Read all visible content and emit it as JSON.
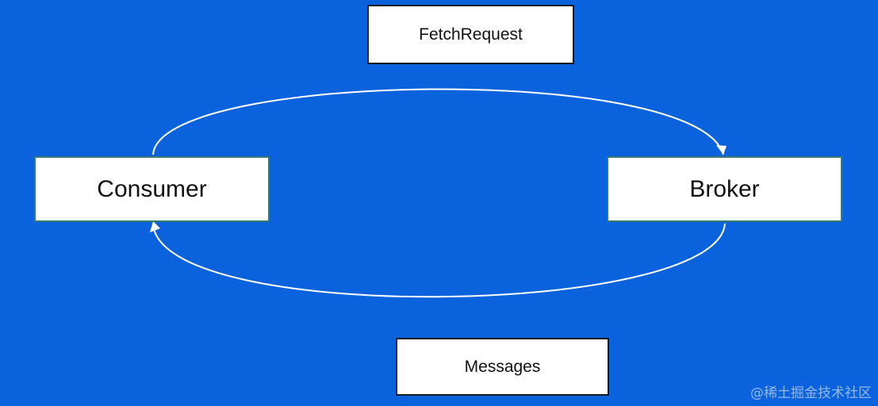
{
  "colors": {
    "background": "#0a62dc",
    "box_fill": "#ffffff",
    "arrow": "#ffffff",
    "node_border": "#3c7a6f"
  },
  "diagram": {
    "request_label": "FetchRequest",
    "consumer_label": "Consumer",
    "broker_label": "Broker",
    "response_label": "Messages"
  },
  "watermark": "@稀土掘金技术社区"
}
